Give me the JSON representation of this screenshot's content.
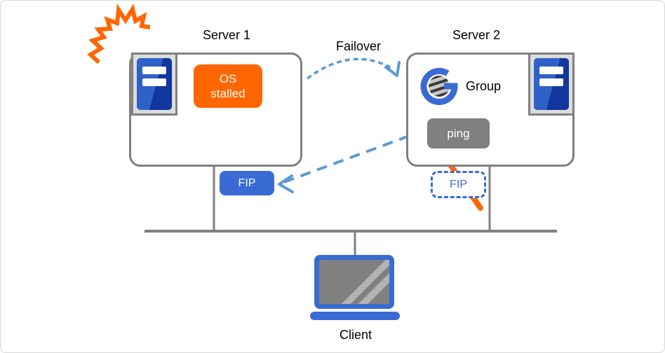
{
  "diagram": {
    "title_semantic": "Failover after OS stall",
    "server1": {
      "label": "Server 1",
      "status_badge": "OS\nstalled"
    },
    "server2": {
      "label": "Server 2",
      "group_label": "Group",
      "ping_label": "ping"
    },
    "failover_label": "Failover",
    "fip_active_label": "FIP",
    "fip_inactive_label": "FIP",
    "client_label": "Client"
  },
  "icons": {
    "explosion": "explosion-burst",
    "server": "server-tower",
    "group": "cluster-group-g",
    "strike": "diagonal-strike",
    "laptop": "laptop-client",
    "failover_arrow": "curved-dashed-arrow",
    "fip_transfer_arrow": "bidirectional-dashed-arrow"
  },
  "colors": {
    "orange": "#FF6600",
    "accent_blue": "#3A6BD5",
    "server_blue_light": "#2F62C8",
    "server_blue_dark": "#11369E",
    "arrow_blue": "#5B9BD5",
    "gray": "#808080",
    "icon_bg_gray": "#DCDCDC"
  }
}
